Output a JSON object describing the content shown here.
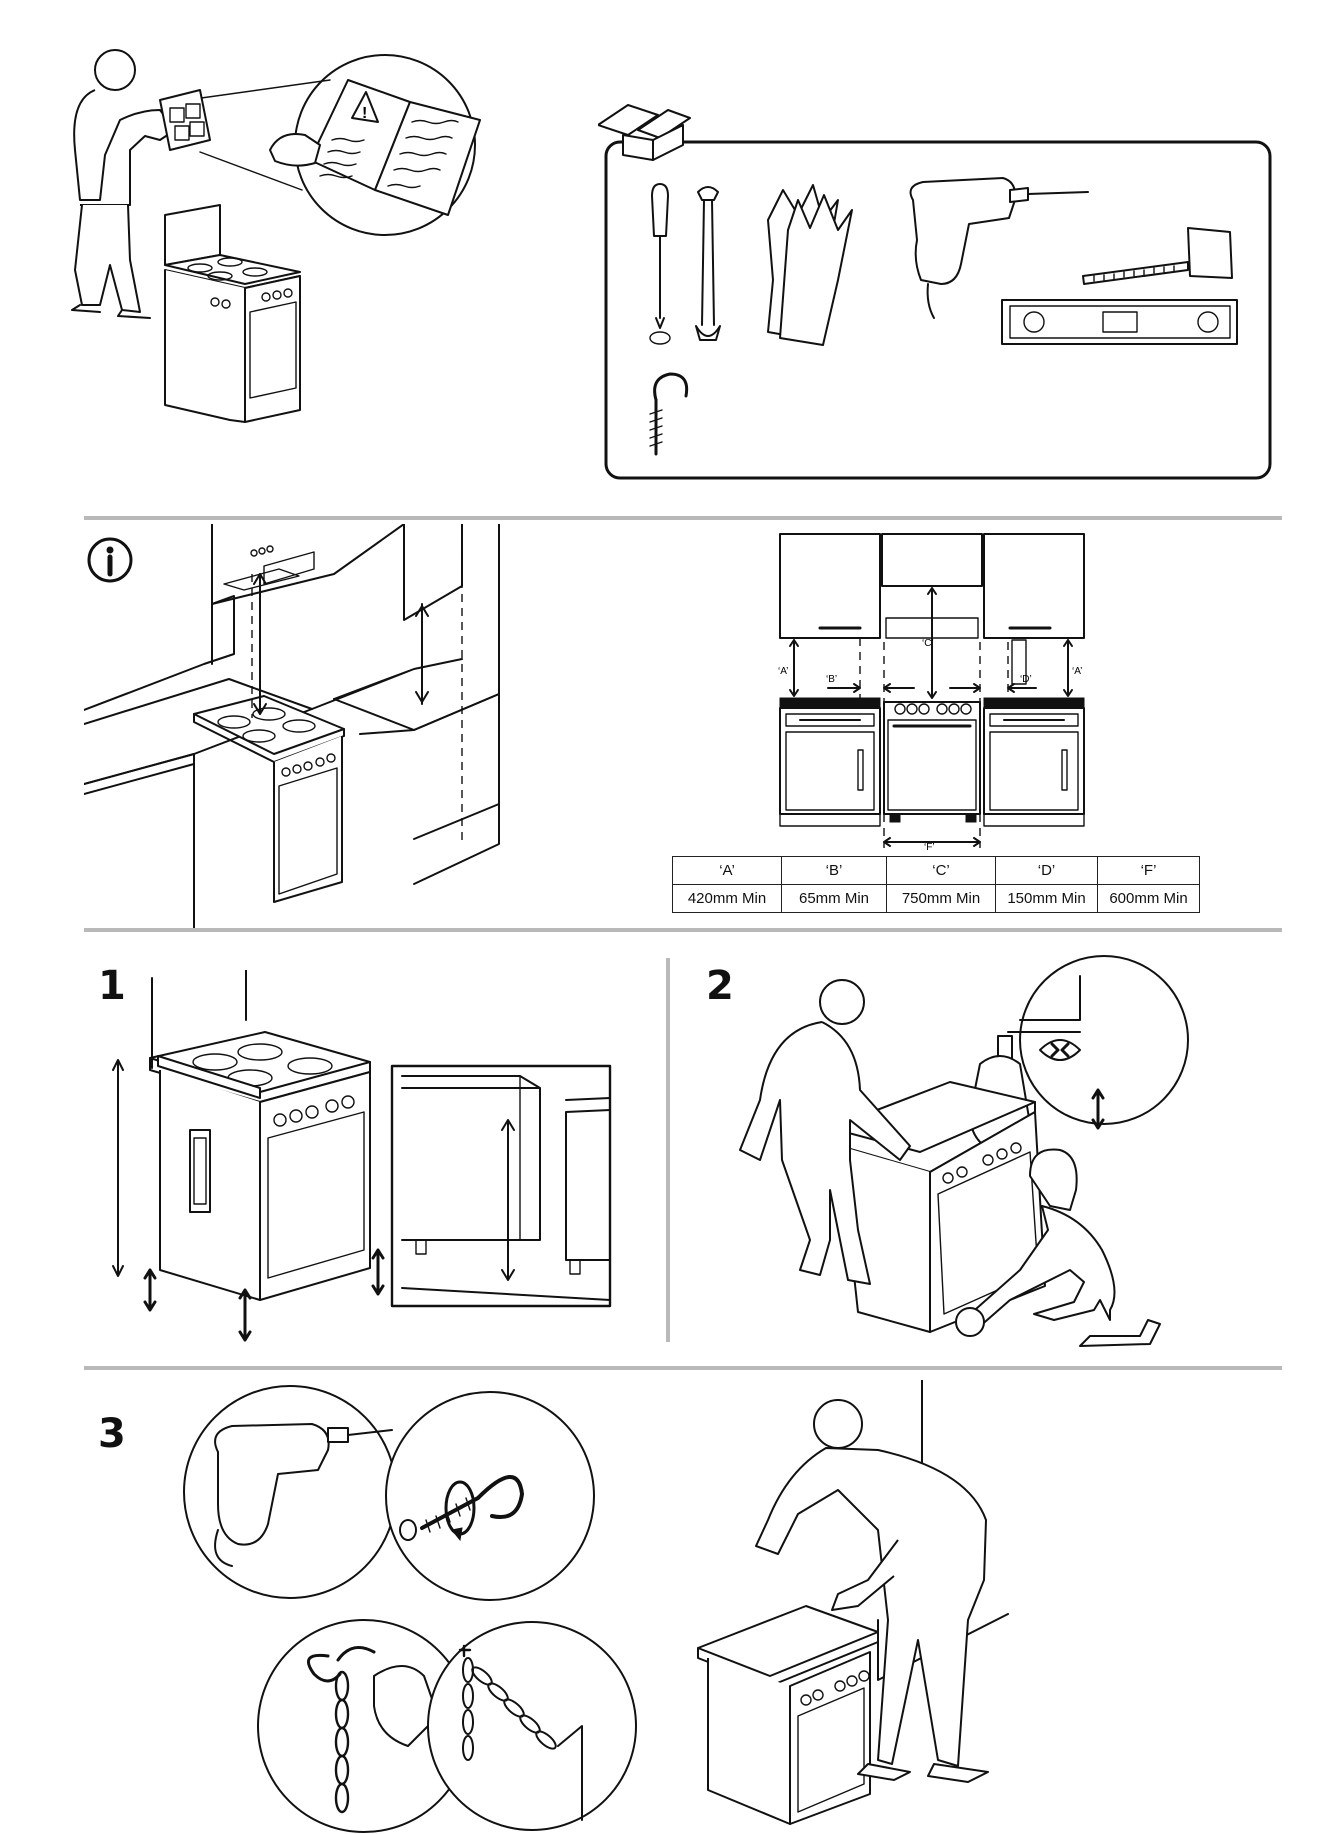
{
  "steps": {
    "step1": "1",
    "step2": "2",
    "step3": "3"
  },
  "info_icon": "info-icon",
  "warning_icon": "warning-triangle-icon",
  "diagram_labels": {
    "a_left": "‘A’",
    "a_right": "‘A’",
    "b": "‘B’",
    "c": "‘C’",
    "d": "‘D’",
    "f": "‘F’"
  },
  "clearance_table": {
    "headers": [
      "‘A’",
      "‘B’",
      "‘C’",
      "‘D’",
      "‘F’"
    ],
    "values": [
      "420mm Min",
      "65mm Min",
      "750mm Min",
      "150mm Min",
      "600mm Min"
    ]
  },
  "tools": [
    "screwdriver-icon",
    "wrench-icon",
    "gloves-icon",
    "drill-icon",
    "tape-measure-icon",
    "spirit-level-icon",
    "screw-hook-icon",
    "toolbox-icon"
  ]
}
